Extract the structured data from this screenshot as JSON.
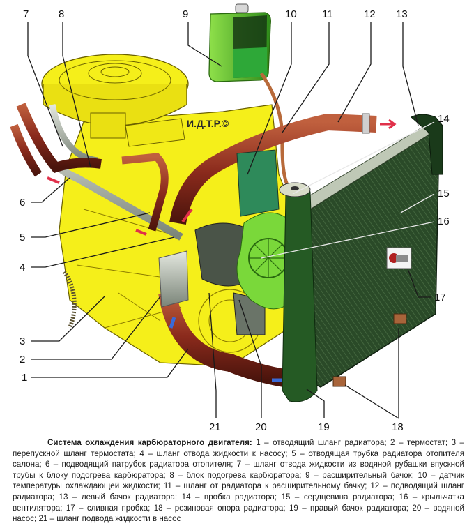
{
  "figure": {
    "watermark": "И.Д.Т.Р.©",
    "callouts": [
      "1",
      "2",
      "3",
      "4",
      "5",
      "6",
      "7",
      "8",
      "9",
      "10",
      "11",
      "12",
      "13",
      "14",
      "15",
      "16",
      "17",
      "18",
      "19",
      "20",
      "21"
    ],
    "colors": {
      "engine": "#f5ef1a",
      "hose": "#8a2a1c",
      "radiator": "#1f4a22",
      "tank": "#56c42a",
      "pipe": "#a8b0a4",
      "flow_hot": "#e0304a",
      "flow_cold": "#3a6ad8"
    }
  },
  "caption": {
    "title": "Система охлаждения карбюраторного двигателя:",
    "items": [
      {
        "n": "1",
        "text": "отводящий шланг радиатора"
      },
      {
        "n": "2",
        "text": "термостат"
      },
      {
        "n": "3",
        "text": "перепускной шланг термостата"
      },
      {
        "n": "4",
        "text": "шланг отвода жидкости к насосу"
      },
      {
        "n": "5",
        "text": "отводящая трубка радиатора отопителя салона"
      },
      {
        "n": "6",
        "text": "подводящий патрубок радиатора отопителя"
      },
      {
        "n": "7",
        "text": "шланг отвода жидкости из водяной рубашки впускной трубы к блоку подогрева карбюратора"
      },
      {
        "n": "8",
        "text": "блок подогрева карбюратора"
      },
      {
        "n": "9",
        "text": "расширительный бачок"
      },
      {
        "n": "10",
        "text": "датчик температуры охлаждающей жидкости"
      },
      {
        "n": "11",
        "text": "шланг от радиатора к расширительному бачку"
      },
      {
        "n": "12",
        "text": "подводящий шланг радиатора"
      },
      {
        "n": "13",
        "text": "левый бачок радиатора"
      },
      {
        "n": "14",
        "text": "пробка радиатора"
      },
      {
        "n": "15",
        "text": "сердцевина радиатора"
      },
      {
        "n": "16",
        "text": "крыльчатка вентилятора"
      },
      {
        "n": "17",
        "text": "сливная пробка"
      },
      {
        "n": "18",
        "text": "резиновая опора радиатора"
      },
      {
        "n": "19",
        "text": "правый бачок радиатора"
      },
      {
        "n": "20",
        "text": "водяной насос"
      },
      {
        "n": "21",
        "text": "шланг подвода жидкости в насос"
      }
    ]
  }
}
